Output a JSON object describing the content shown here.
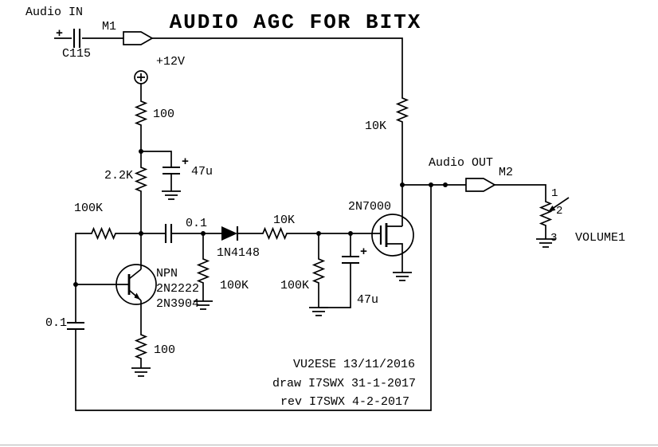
{
  "title": "AUDIO AGC FOR BITX",
  "audio_in": {
    "label": "Audio IN",
    "connector_ref": "M1",
    "capacitor_ref": "C115",
    "polarity": "+"
  },
  "supply": {
    "label": "+12V"
  },
  "audio_out": {
    "label": "Audio OUT",
    "connector_ref": "M2"
  },
  "components": {
    "r_collector_supply": "100",
    "r_2k2": "2.2K",
    "c_supply_filter": "47u",
    "c_supply_filter_polarity": "+",
    "r_base_feed": "100K",
    "c_coupling": "0.1",
    "diode": "1N4148",
    "r_series_gate": "10K",
    "mosfet": "2N7000",
    "r_drain": "10K",
    "r_detector_load": "100K",
    "r_gate_load": "100K",
    "c_gate": "47u",
    "c_gate_polarity": "+",
    "npn_label": "NPN",
    "npn_part_a": "2N2222",
    "npn_part_b": "2N3904",
    "r_emitter": "100",
    "c_feedback": "0.1"
  },
  "volume": {
    "label": "VOLUME1",
    "pin1": "1",
    "pin2": "2",
    "pin3": "3"
  },
  "credits": {
    "line1": "VU2ESE 13/11/2016",
    "line2": "draw I7SWX 31-1-2017",
    "line3": "rev I7SWX 4-2-2017"
  }
}
